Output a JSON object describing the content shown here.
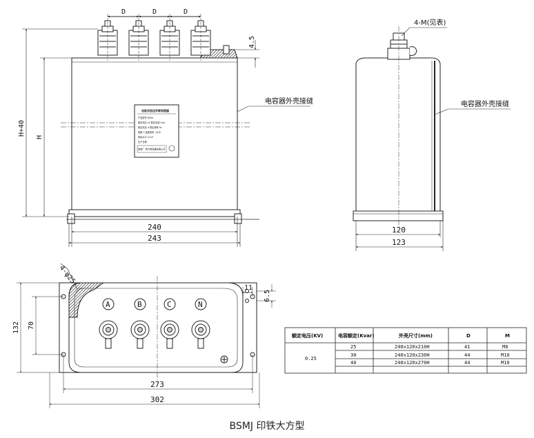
{
  "front_view": {
    "pitch_labels": [
      "D",
      "D",
      "D"
    ],
    "height_outer_label": "H+40",
    "height_label": "H",
    "terminal_gap_label": "4.5",
    "seam_label": "电容器外壳接缝",
    "width_inner_label": "240",
    "width_outer_label": "243",
    "nameplate": {
      "title": "自愈式低压并联电容器",
      "lines": [
        "产品型号 BSMJ",
        "额定电压  kV  额定容量  kvar",
        "额定电流  A  额定频率  Hz",
        "相数  3  温度类别 -25/B",
        "绝缘水平  3/-kV",
        "生产日期",
        "制造厂  电力电容器有限公司"
      ]
    }
  },
  "side_view": {
    "terminal_label": "4-M(见表)",
    "seam_label": "电容器外壳接缝",
    "width_inner_label": "120",
    "width_outer_label": "123"
  },
  "top_view": {
    "hole_label": "4-φ25",
    "phases": [
      "A",
      "B",
      "C",
      "N"
    ],
    "slot_width_label": "11",
    "slot_depth_label": "6.5",
    "height_outer_label": "132",
    "height_inner_label": "70",
    "width_inner_label": "273",
    "width_outer_label": "302"
  },
  "spec_table": {
    "headers": [
      "额定电压(KV)",
      "电容额定(Kvar)",
      "外壳尺寸(mm)",
      "D",
      "M"
    ],
    "rated_voltage": "0.25",
    "rows": [
      {
        "capacity": "25",
        "size": "240x120x210H",
        "d": "41",
        "m": "M8"
      },
      {
        "capacity": "30",
        "size": "240x120x230H",
        "d": "44",
        "m": "M10"
      },
      {
        "capacity": "40",
        "size": "240x120x270H",
        "d": "44",
        "m": "M10"
      }
    ]
  },
  "caption": "BSMJ 印铁大方型"
}
